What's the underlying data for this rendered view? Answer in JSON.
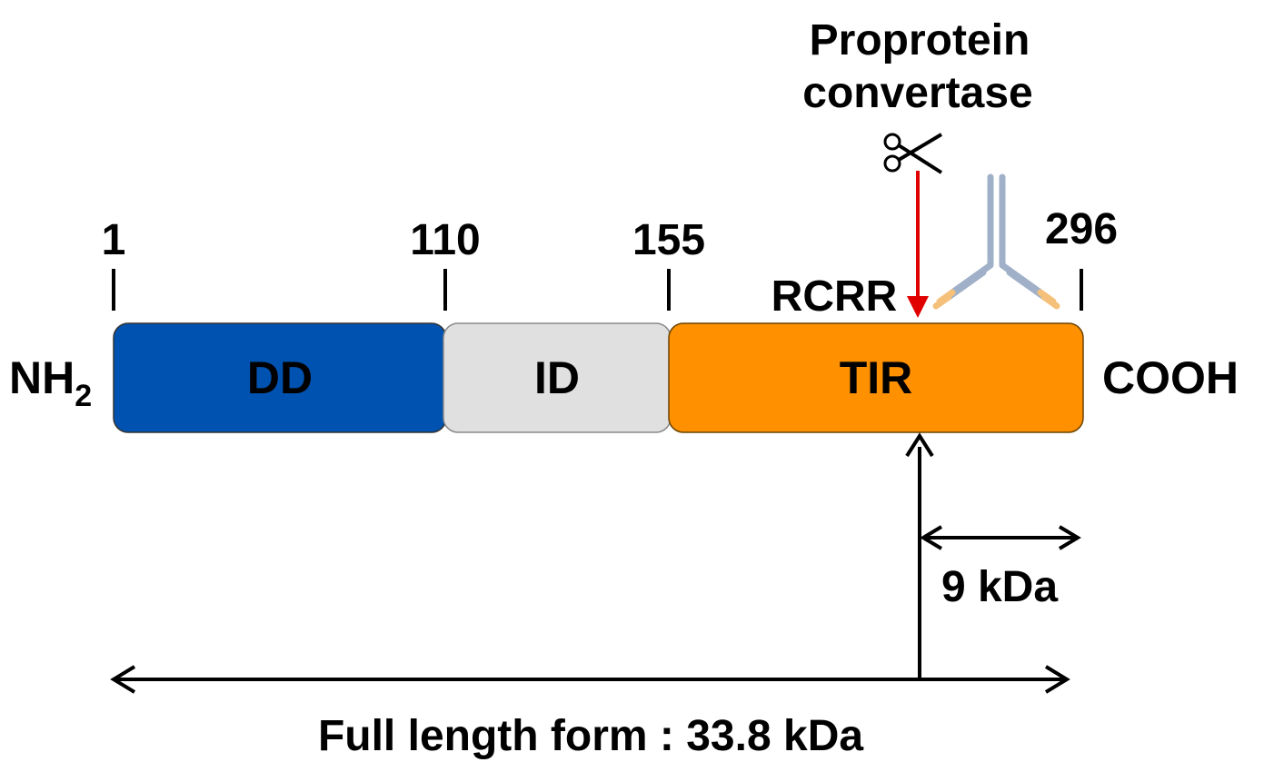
{
  "header": {
    "title_line1": "Proprotein",
    "title_line2": "convertase"
  },
  "positions": {
    "start": "1",
    "dd_end": "110",
    "id_end": "155",
    "end": "296"
  },
  "termini": {
    "n_main": "NH",
    "n_sub": "2",
    "c": "COOH"
  },
  "domains": {
    "dd": "DD",
    "id": "ID",
    "tir": "TIR"
  },
  "cleavage": {
    "motif": "RCRR",
    "fragment": "9 kDa"
  },
  "full_length": "Full length form : 33.8 kDa",
  "colors": {
    "dd": "#0052b0",
    "id": "#e0e0e0",
    "tir": "#ff9000",
    "arrow_red": "#e00000",
    "antibody_heavy": "#a0b0c8",
    "antibody_tip": "#f5c07a"
  },
  "icons": [
    "scissors-icon",
    "antibody-icon"
  ]
}
